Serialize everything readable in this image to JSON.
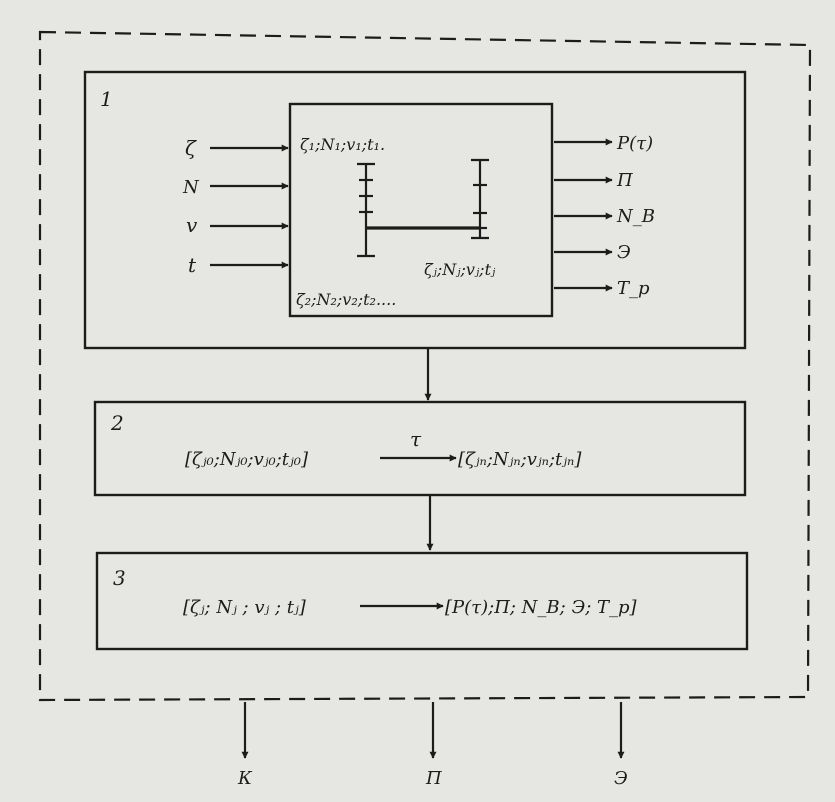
{
  "block1": {
    "number": "1",
    "inputs": [
      "ζ",
      "N",
      "v",
      "t"
    ],
    "outputs": [
      "P(τ)",
      "П",
      "N_B",
      "Э",
      "T_p"
    ],
    "inner_top": "ζ₁;N₁;v₁;t₁.",
    "inner_right": "ζⱼ;Nⱼ;vⱼ;tⱼ",
    "inner_bottom": "ζ₂;N₂;v₂;t₂...."
  },
  "block2": {
    "number": "2",
    "left_expr": "[ζⱼ₀;Nⱼ₀;vⱼ₀;tⱼ₀]",
    "arrow_label": "τ",
    "right_expr": "[ζⱼₙ;Nⱼₙ;vⱼₙ;tⱼₙ]"
  },
  "block3": {
    "number": "3",
    "left_expr": "[ζⱼ; Nⱼ ; vⱼ ; tⱼ]",
    "right_expr": "[P(τ);П; N_B; Э; T_p]"
  },
  "outputs_bottom": [
    "К",
    "П",
    "Э"
  ]
}
